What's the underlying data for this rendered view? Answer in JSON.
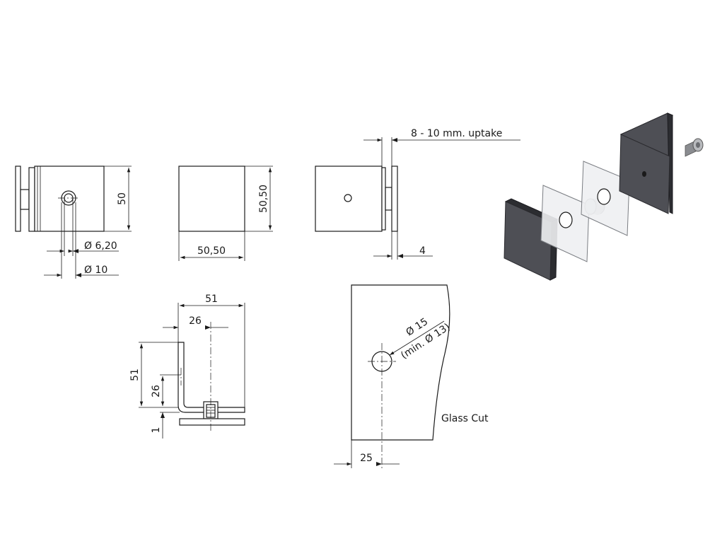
{
  "views": {
    "side_left": {
      "dim_height": "50",
      "dim_small_dia": "Ø 6,20",
      "dim_big_dia": "Ø 10"
    },
    "front": {
      "dim_width": "50,50",
      "dim_height": "50,50"
    },
    "side_right": {
      "dim_uptake": "8 - 10 mm. uptake",
      "dim_thickness": "4"
    },
    "section": {
      "dim_total_width": "51",
      "dim_half_width": "26",
      "dim_total_height": "51",
      "dim_half_height": "26",
      "dim_base": "1"
    },
    "glass": {
      "dim_hole": "Ø 15",
      "dim_min_hole": "(min. Ø 13)",
      "dim_edge": "25",
      "label": "Glass Cut"
    }
  },
  "colors": {
    "line": "#1a1a1a",
    "plate": "#4e4f55",
    "glass": "#eef0f2"
  }
}
